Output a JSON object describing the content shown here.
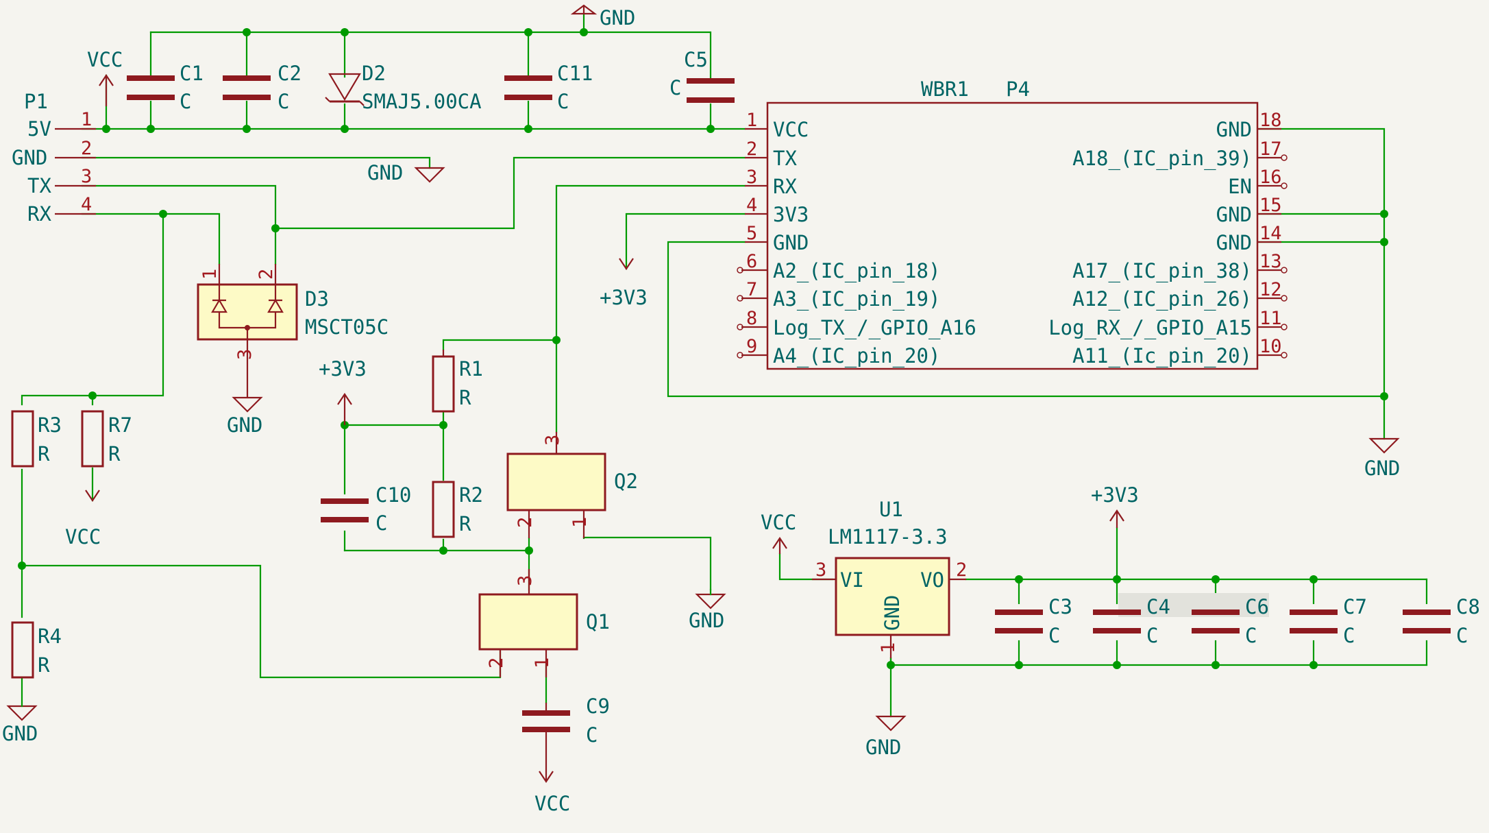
{
  "components": {
    "P1": {
      "ref": "P1",
      "pins": [
        {
          "num": "1",
          "name": "5V"
        },
        {
          "num": "2",
          "name": "GND"
        },
        {
          "num": "3",
          "name": "TX"
        },
        {
          "num": "4",
          "name": "RX"
        }
      ]
    },
    "C1": {
      "ref": "C1",
      "value": "C"
    },
    "C2": {
      "ref": "C2",
      "value": "C"
    },
    "D2": {
      "ref": "D2",
      "value": "SMAJ5.00CA"
    },
    "C11": {
      "ref": "C11",
      "value": "C"
    },
    "C5": {
      "ref": "C5",
      "value": "C"
    },
    "WBR1": {
      "ref": "WBR1",
      "value": "P4",
      "left_pins": [
        {
          "num": "1",
          "name": "VCC"
        },
        {
          "num": "2",
          "name": "TX"
        },
        {
          "num": "3",
          "name": "RX"
        },
        {
          "num": "4",
          "name": "3V3"
        },
        {
          "num": "5",
          "name": "GND"
        },
        {
          "num": "6",
          "name": "A2_(IC_pin_18)"
        },
        {
          "num": "7",
          "name": "A3_(IC_pin_19)"
        },
        {
          "num": "8",
          "name": "Log_TX_/_GPIO_A16"
        },
        {
          "num": "9",
          "name": "A4_(IC_pin_20)"
        }
      ],
      "right_pins": [
        {
          "num": "18",
          "name": "GND"
        },
        {
          "num": "17",
          "name": "A18_(IC_pin_39)"
        },
        {
          "num": "16",
          "name": "EN"
        },
        {
          "num": "15",
          "name": "GND"
        },
        {
          "num": "14",
          "name": "GND"
        },
        {
          "num": "13",
          "name": "A17_(IC_pin_38)"
        },
        {
          "num": "12",
          "name": "A12_(IC_pin_26)"
        },
        {
          "num": "11",
          "name": "Log_RX_/_GPIO_A15"
        },
        {
          "num": "10",
          "name": "A11_(Ic_pin_20)"
        }
      ]
    },
    "D3": {
      "ref": "D3",
      "value": "MSCT05C",
      "pins": [
        "1",
        "2",
        "3"
      ]
    },
    "R1": {
      "ref": "R1",
      "value": "R"
    },
    "R2": {
      "ref": "R2",
      "value": "R"
    },
    "R3": {
      "ref": "R3",
      "value": "R"
    },
    "R4": {
      "ref": "R4",
      "value": "R"
    },
    "R7": {
      "ref": "R7",
      "value": "R"
    },
    "C10": {
      "ref": "C10",
      "value": "C"
    },
    "C9": {
      "ref": "C9",
      "value": "C"
    },
    "Q1": {
      "ref": "Q1",
      "pins": [
        "1",
        "2",
        "3"
      ]
    },
    "Q2": {
      "ref": "Q2",
      "pins": [
        "1",
        "2",
        "3"
      ]
    },
    "U1": {
      "ref": "U1",
      "value": "LM1117-3.3",
      "pins": [
        {
          "num": "3",
          "name": "VI"
        },
        {
          "num": "2",
          "name": "VO"
        },
        {
          "num": "1",
          "name": "GND"
        }
      ]
    },
    "C3": {
      "ref": "C3",
      "value": "C"
    },
    "C4": {
      "ref": "C4",
      "value": "C"
    },
    "C6": {
      "ref": "C6",
      "value": "C"
    },
    "C7": {
      "ref": "C7",
      "value": "C"
    },
    "C8": {
      "ref": "C8",
      "value": "C"
    }
  },
  "power": {
    "gnd": "GND",
    "vcc": "VCC",
    "v33": "+3V3"
  },
  "colors": {
    "wire": "#009a00",
    "component": "#8e1a1f",
    "text": "#006464",
    "fill": "#fdfac6",
    "background": "#f5f4ef"
  }
}
